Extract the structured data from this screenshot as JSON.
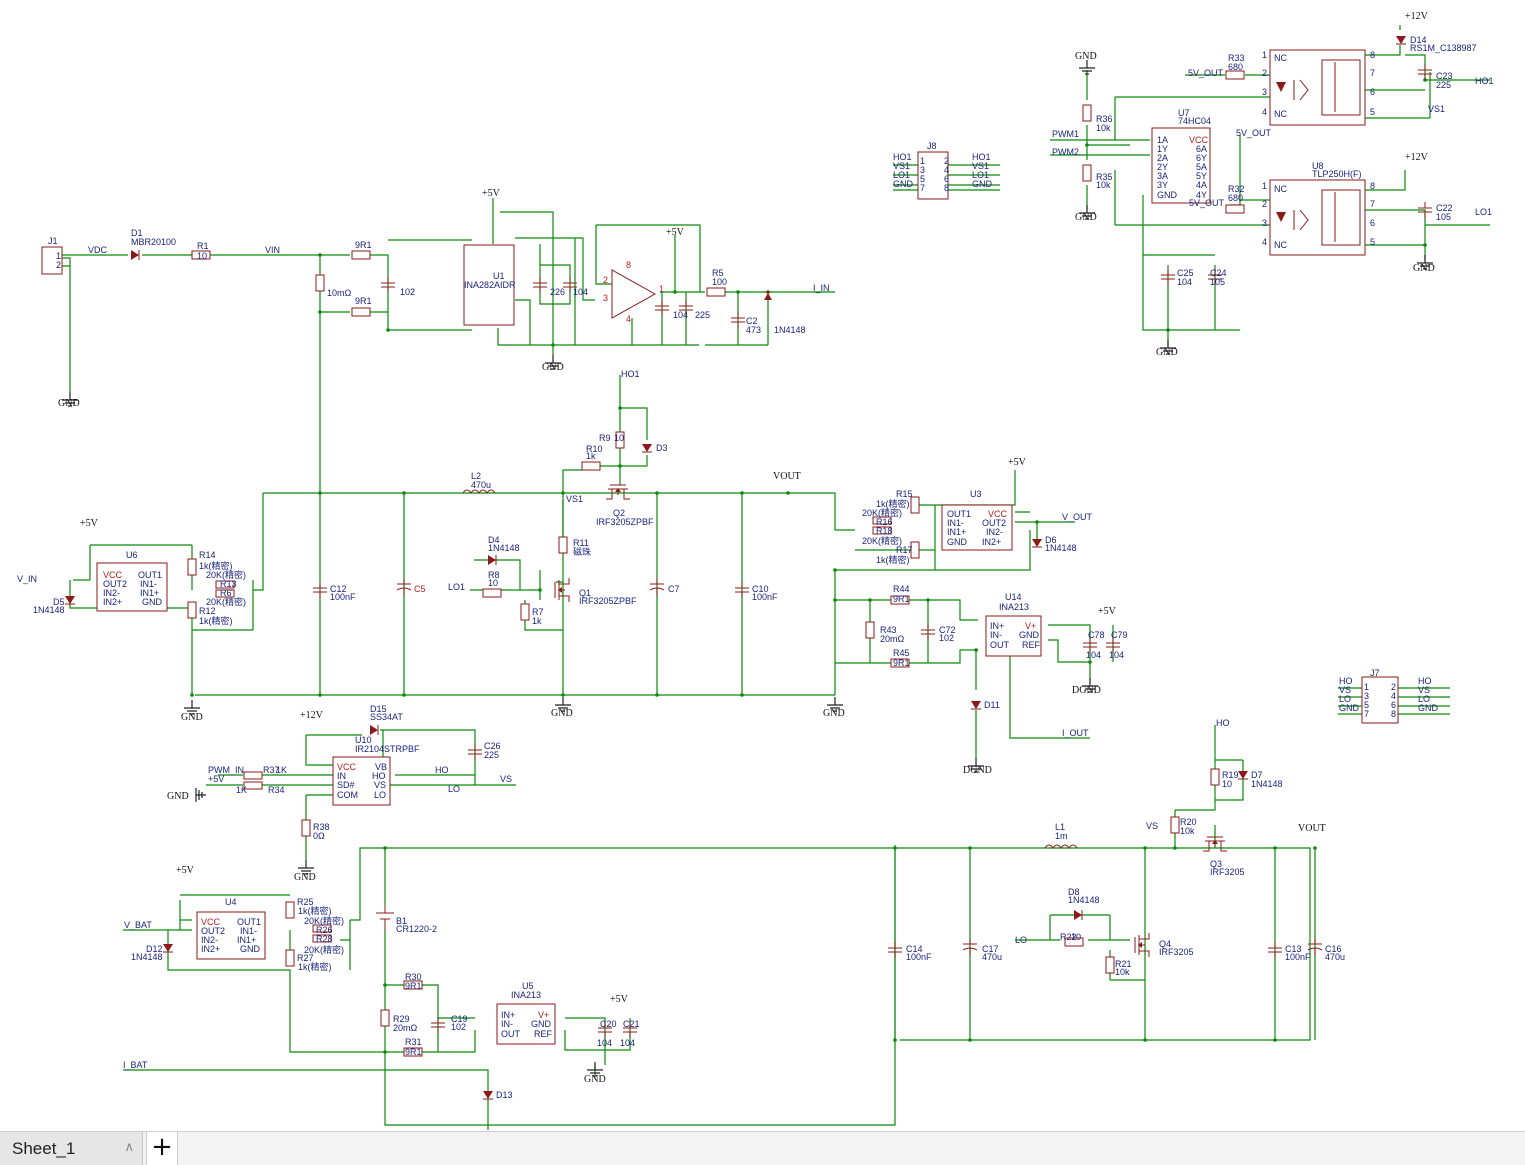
{
  "sheet_tabs": [
    {
      "label": "Sheet_1",
      "icon": "chevron-up-icon"
    }
  ],
  "add_tab_label": "+",
  "colors": {
    "wire": "#0a8a0a",
    "part": "#8b1a1a",
    "net_label": "#1a237e",
    "pin": "#b71c1c"
  },
  "schematic": {
    "gnd": "GND",
    "dgnd": "DGND",
    "vp5": "+5V",
    "vp12": "+12V",
    "vdc": "VDC",
    "vin": "VIN",
    "i_in": "I_IN",
    "vout": "VOUT",
    "v_out": "V_OUT",
    "v_in": "V_IN",
    "vs": "VS",
    "vs1": "VS1",
    "ho": "HO",
    "lo": "LO",
    "ho1": "HO1",
    "lo1": "LO1",
    "i_out": "I_OUT",
    "i_bat": "I_BAT",
    "v_bat": "V_BAT",
    "pwm_in": "PWM_IN",
    "pwm1": "PWM1",
    "pwm2": "PWM2",
    "out5v": "5V_OUT",
    "j1": "J1",
    "d1": "D1",
    "d1v": "MBR20100",
    "r1": "R1",
    "r1v": "10",
    "ninepr1": "9R1",
    "r10m": "10mΩ",
    "c102": "102",
    "u1": "U1",
    "u1v": "INA282AIDR",
    "c226": "226",
    "c104": "104",
    "c225": "225",
    "c473": "473",
    "r5": "R5",
    "r5v": "100",
    "c2": "C2",
    "d1n4148": "1N4148",
    "u6": "U6",
    "r14": "R14",
    "r12": "R12",
    "r13": "R13",
    "r6": "R6",
    "d5": "D5",
    "r1kj": "1k(精密)",
    "r20kj": "20K(精密)",
    "c12": "C12",
    "c12v": "100nF",
    "c5": "C5",
    "c7": "C7",
    "c10": "C10",
    "c10v": "100nF",
    "l2": "L2",
    "l2v": "470u",
    "d4": "D4",
    "r8": "R8",
    "r8v": "10",
    "r7": "R7",
    "r7v": "1k",
    "q1": "Q1",
    "q1v": "IRF3205ZPBF",
    "r11": "R11",
    "r11v": "磁珠",
    "r10": "R10",
    "r10v": "1k",
    "r9": "R9",
    "r9v": "10",
    "d3": "D3",
    "q2": "Q2",
    "q2v": "IRF3205ZPBF",
    "u3": "U3",
    "r15": "R15",
    "r16": "R16",
    "r18": "R18",
    "r17": "R17",
    "d6": "D6",
    "r44": "R44",
    "r45": "R45",
    "r43": "R43",
    "r43v": "20mΩ",
    "c72": "C72",
    "c72v": "102",
    "u14": "U14",
    "ina213": "INA213",
    "c78": "C78",
    "c79": "C79",
    "d11": "D11",
    "d15": "D15",
    "d15v": "SS34AT",
    "u10": "U10",
    "u10v": "IR2104STRPBF",
    "c26": "C26",
    "c26v": "225",
    "r37": "R37",
    "r37v": "1K",
    "r34": "R34",
    "r34v": "1K",
    "r38": "R38",
    "r38v": "0Ω",
    "u4": "U4",
    "r25": "R25",
    "r26": "R26",
    "r28": "R28",
    "r27": "R27",
    "d12": "D12",
    "b1": "B1",
    "b1v": "CR1220-2",
    "r30": "R30",
    "r29": "R29",
    "r29v": "20mΩ",
    "r31": "R31",
    "c19": "C19",
    "c19v": "102",
    "u5": "U5",
    "c20": "C20",
    "c21": "C21",
    "d13": "D13",
    "c14": "C14",
    "c14v": "100nF",
    "c17": "C17",
    "c17v": "470u",
    "l1": "L1",
    "l1v": "1m",
    "d8": "D8",
    "r22": "R22",
    "r22v": "10",
    "r21": "R21",
    "r21v": "10k",
    "q4": "Q4",
    "q4v": "IRF3205",
    "r19": "R19",
    "r19v": "10",
    "d7": "D7",
    "r20": "R20",
    "r20v": "10k",
    "q3": "Q3",
    "q3v": "IRF3205",
    "c13": "C13",
    "c13v": "100nF",
    "c16": "C16",
    "c16v": "470u",
    "j8": "J8",
    "j7": "J7",
    "r36": "R36",
    "r36v": "10k",
    "r35": "R35",
    "r35v": "10k",
    "r33": "R33",
    "r33v": "680",
    "r32": "R32",
    "r32v": "680",
    "u7": "U7",
    "u7v": "74HC04",
    "u8": "U8",
    "u8v": "TLP250H(F)",
    "d14": "D14",
    "d14v": "RS1M_C138987",
    "c23": "C23",
    "c23v": "225",
    "c22": "C22",
    "c22v": "105",
    "c25": "C25",
    "c25v": "104",
    "c24": "C24",
    "c24v": "105",
    "nc": "NC",
    "vs1b": "VS1"
  }
}
